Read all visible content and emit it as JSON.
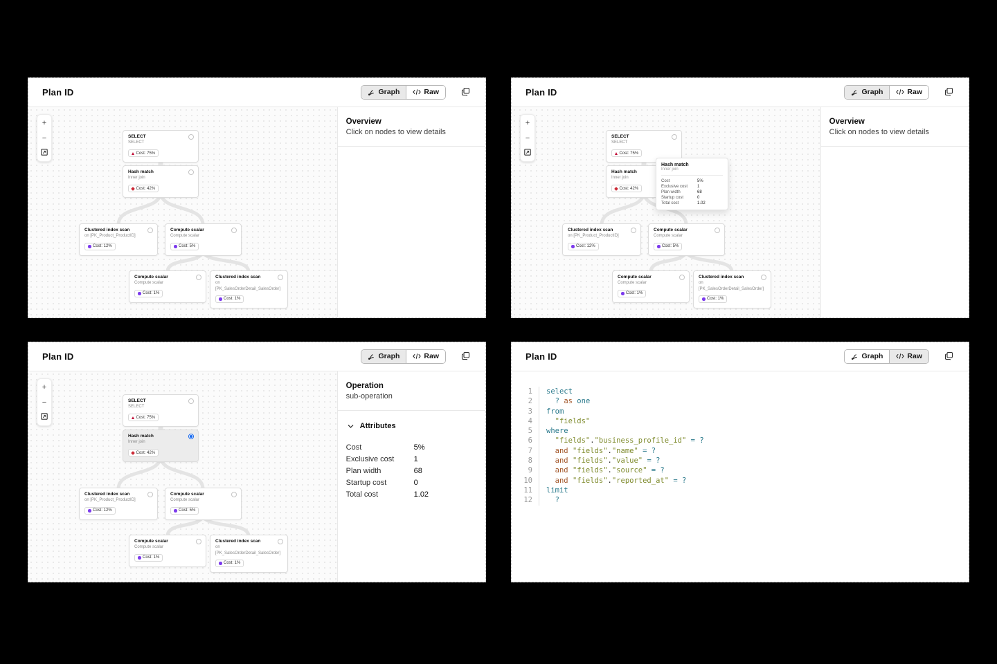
{
  "panel_title": "Plan ID",
  "toolbar": {
    "graph_label": "Graph",
    "raw_label": "Raw"
  },
  "zoom_controls": {
    "zoom_in": "+",
    "zoom_out": "−"
  },
  "overview": {
    "title": "Overview",
    "subtitle": "Click on nodes to view details"
  },
  "graph": {
    "nodes": [
      {
        "title": "SELECT",
        "subtitle": "SELECT",
        "cost": "Cost: 75%",
        "severity": "high"
      },
      {
        "title": "Hash match",
        "subtitle": "Inner join",
        "cost": "Cost: 42%",
        "severity": "medium"
      },
      {
        "title": "Clustered index scan",
        "subtitle": "on [PK_Product_ProductID]",
        "cost": "Cost: 12%",
        "severity": "low"
      },
      {
        "title": "Compute scalar",
        "subtitle": "Compute scalar",
        "cost": "Cost: 5%",
        "severity": "low"
      },
      {
        "title": "Compute scalar",
        "subtitle": "Compute scalar",
        "cost": "Cost: 1%",
        "severity": "low"
      },
      {
        "title": "Clustered index scan",
        "subtitle": "on [PK_SalesOrderDetail_SalesOrder]",
        "cost": "Cost: 1%",
        "severity": "low"
      }
    ]
  },
  "node_details": {
    "title": "Hash match",
    "subtitle": "Inner join",
    "rows": [
      {
        "label": "Cost",
        "value": "5%"
      },
      {
        "label": "Exclusive cost",
        "value": "1"
      },
      {
        "label": "Plan width",
        "value": "68"
      },
      {
        "label": "Startup cost",
        "value": "0"
      },
      {
        "label": "Total cost",
        "value": "1.02"
      }
    ]
  },
  "operation_panel": {
    "title": "Operation",
    "subtitle": "sub-operation",
    "attributes_label": "Attributes"
  },
  "colors": {
    "severity_high": "#c2113a",
    "severity_medium": "#cc2936",
    "severity_low": "#7c3aed",
    "selected_radio": "#1467ef",
    "code_keyword": "#2b7a8c",
    "code_secondary_keyword": "#a3572a",
    "code_string": "#7f8b2d"
  },
  "icons": {
    "graph_toggle": "flow-branch-icon",
    "raw_toggle": "code-icon",
    "copy": "copy-icon",
    "fit_view": "fit-view-icon",
    "attributes_chevron": "chevron-down-icon"
  },
  "code": {
    "lines": [
      {
        "num": "1",
        "tokens": [
          {
            "t": "select",
            "c": "kw"
          }
        ]
      },
      {
        "num": "2",
        "tokens": [
          {
            "t": "  "
          },
          {
            "t": "?",
            "c": "kw"
          },
          {
            "t": " "
          },
          {
            "t": "as",
            "c": "kw2"
          },
          {
            "t": " "
          },
          {
            "t": "one",
            "c": "kw"
          }
        ]
      },
      {
        "num": "3",
        "tokens": [
          {
            "t": "from",
            "c": "kw"
          }
        ]
      },
      {
        "num": "4",
        "tokens": [
          {
            "t": "  "
          },
          {
            "t": "\"fields\"",
            "c": "str"
          }
        ]
      },
      {
        "num": "5",
        "tokens": [
          {
            "t": "where",
            "c": "kw"
          }
        ]
      },
      {
        "num": "6",
        "tokens": [
          {
            "t": "  "
          },
          {
            "t": "\"fields\"",
            "c": "str"
          },
          {
            "t": "."
          },
          {
            "t": "\"business_profile_id\"",
            "c": "str"
          },
          {
            "t": " "
          },
          {
            "t": "=",
            "c": "kw"
          },
          {
            "t": " "
          },
          {
            "t": "?",
            "c": "kw"
          }
        ]
      },
      {
        "num": "7",
        "tokens": [
          {
            "t": "  "
          },
          {
            "t": "and",
            "c": "kw2"
          },
          {
            "t": " "
          },
          {
            "t": "\"fields\"",
            "c": "str"
          },
          {
            "t": "."
          },
          {
            "t": "\"name\"",
            "c": "str"
          },
          {
            "t": " "
          },
          {
            "t": "=",
            "c": "kw"
          },
          {
            "t": " "
          },
          {
            "t": "?",
            "c": "kw"
          }
        ]
      },
      {
        "num": "8",
        "tokens": [
          {
            "t": "  "
          },
          {
            "t": "and",
            "c": "kw2"
          },
          {
            "t": " "
          },
          {
            "t": "\"fields\"",
            "c": "str"
          },
          {
            "t": "."
          },
          {
            "t": "\"value\"",
            "c": "str"
          },
          {
            "t": " "
          },
          {
            "t": "=",
            "c": "kw"
          },
          {
            "t": " "
          },
          {
            "t": "?",
            "c": "kw"
          }
        ]
      },
      {
        "num": "9",
        "tokens": [
          {
            "t": "  "
          },
          {
            "t": "and",
            "c": "kw2"
          },
          {
            "t": " "
          },
          {
            "t": "\"fields\"",
            "c": "str"
          },
          {
            "t": "."
          },
          {
            "t": "\"source\"",
            "c": "str"
          },
          {
            "t": " "
          },
          {
            "t": "=",
            "c": "kw"
          },
          {
            "t": " "
          },
          {
            "t": "?",
            "c": "kw"
          }
        ]
      },
      {
        "num": "10",
        "tokens": [
          {
            "t": "  "
          },
          {
            "t": "and",
            "c": "kw2"
          },
          {
            "t": " "
          },
          {
            "t": "\"fields\"",
            "c": "str"
          },
          {
            "t": "."
          },
          {
            "t": "\"reported_at\"",
            "c": "str"
          },
          {
            "t": " "
          },
          {
            "t": "=",
            "c": "kw"
          },
          {
            "t": " "
          },
          {
            "t": "?",
            "c": "kw"
          }
        ]
      },
      {
        "num": "11",
        "tokens": [
          {
            "t": "limit",
            "c": "kw"
          }
        ]
      },
      {
        "num": "12",
        "tokens": [
          {
            "t": "  "
          },
          {
            "t": "?",
            "c": "kw"
          }
        ]
      }
    ]
  }
}
